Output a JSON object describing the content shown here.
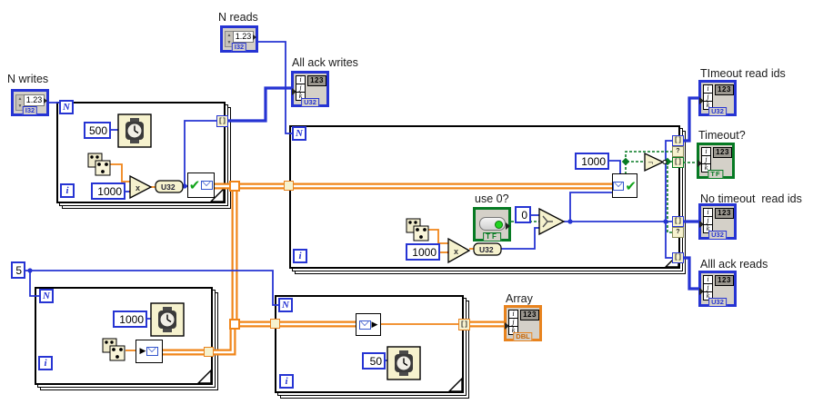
{
  "terminals": {
    "count": "N",
    "iteration": "i"
  },
  "controls": {
    "n_writes": {
      "label": "N writes",
      "display": "1.23",
      "type": "I32"
    },
    "n_reads": {
      "label": "N reads",
      "display": "1.23",
      "type": "I32"
    },
    "use_zero": {
      "label": "use 0?",
      "type": "TF"
    }
  },
  "indicators": {
    "all_ack_writes": {
      "label": "All ack writes",
      "display": "123",
      "type": "U32",
      "index": [
        "i",
        "j",
        "k"
      ]
    },
    "timeout_read_ids": {
      "label": "TImeout read ids",
      "display": "123",
      "type": "U32",
      "index": [
        "i",
        "j",
        "k"
      ]
    },
    "timeout": {
      "label": "Timeout?",
      "display": "123",
      "type": "TF",
      "index": [
        "i",
        "j",
        "k"
      ]
    },
    "no_timeout_read_ids": {
      "label": "No timeout  read ids",
      "display": "123",
      "type": "U32",
      "index": [
        "i",
        "j",
        "k"
      ]
    },
    "all_ack_reads": {
      "label": "Alll ack reads",
      "display": "123",
      "type": "U32",
      "index": [
        "i",
        "j",
        "k"
      ]
    },
    "array": {
      "label": "Array",
      "display": "123",
      "type": "DBL",
      "index": [
        "i",
        "j",
        "k"
      ]
    }
  },
  "constants": {
    "wait_writes": "500",
    "mult_writes": "1000",
    "read_timeout": "1000",
    "mult_reads": "1000",
    "zero": "0",
    "five": "5",
    "wait_bottom": "1000",
    "wait_reads": "50"
  },
  "functions": {
    "to_u32": "U32",
    "multiply": "×"
  },
  "tunnels": {
    "index_glyph": "[]",
    "conditional_glyph": "?"
  },
  "colors": {
    "int_blue": "#2634D3",
    "float_orange": "#F08519",
    "bool_green": "#067A23",
    "node_beige": "#F6F2CE"
  }
}
